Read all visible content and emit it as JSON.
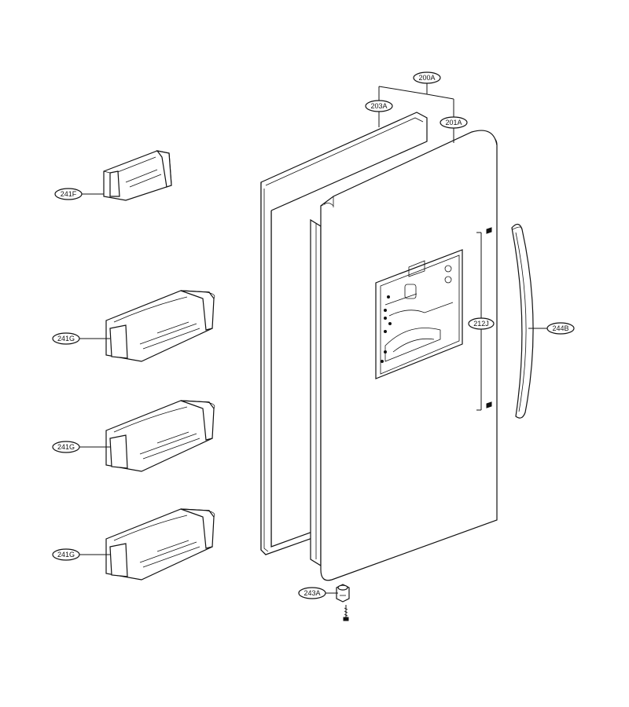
{
  "callouts": {
    "c200A": "200A",
    "c203A": "203A",
    "c201A": "201A",
    "c241F": "241F",
    "c241G_1": "241G",
    "c241G_2": "241G",
    "c241G_3": "241G",
    "c212J": "212J",
    "c244B": "244B",
    "c243A": "243A"
  }
}
